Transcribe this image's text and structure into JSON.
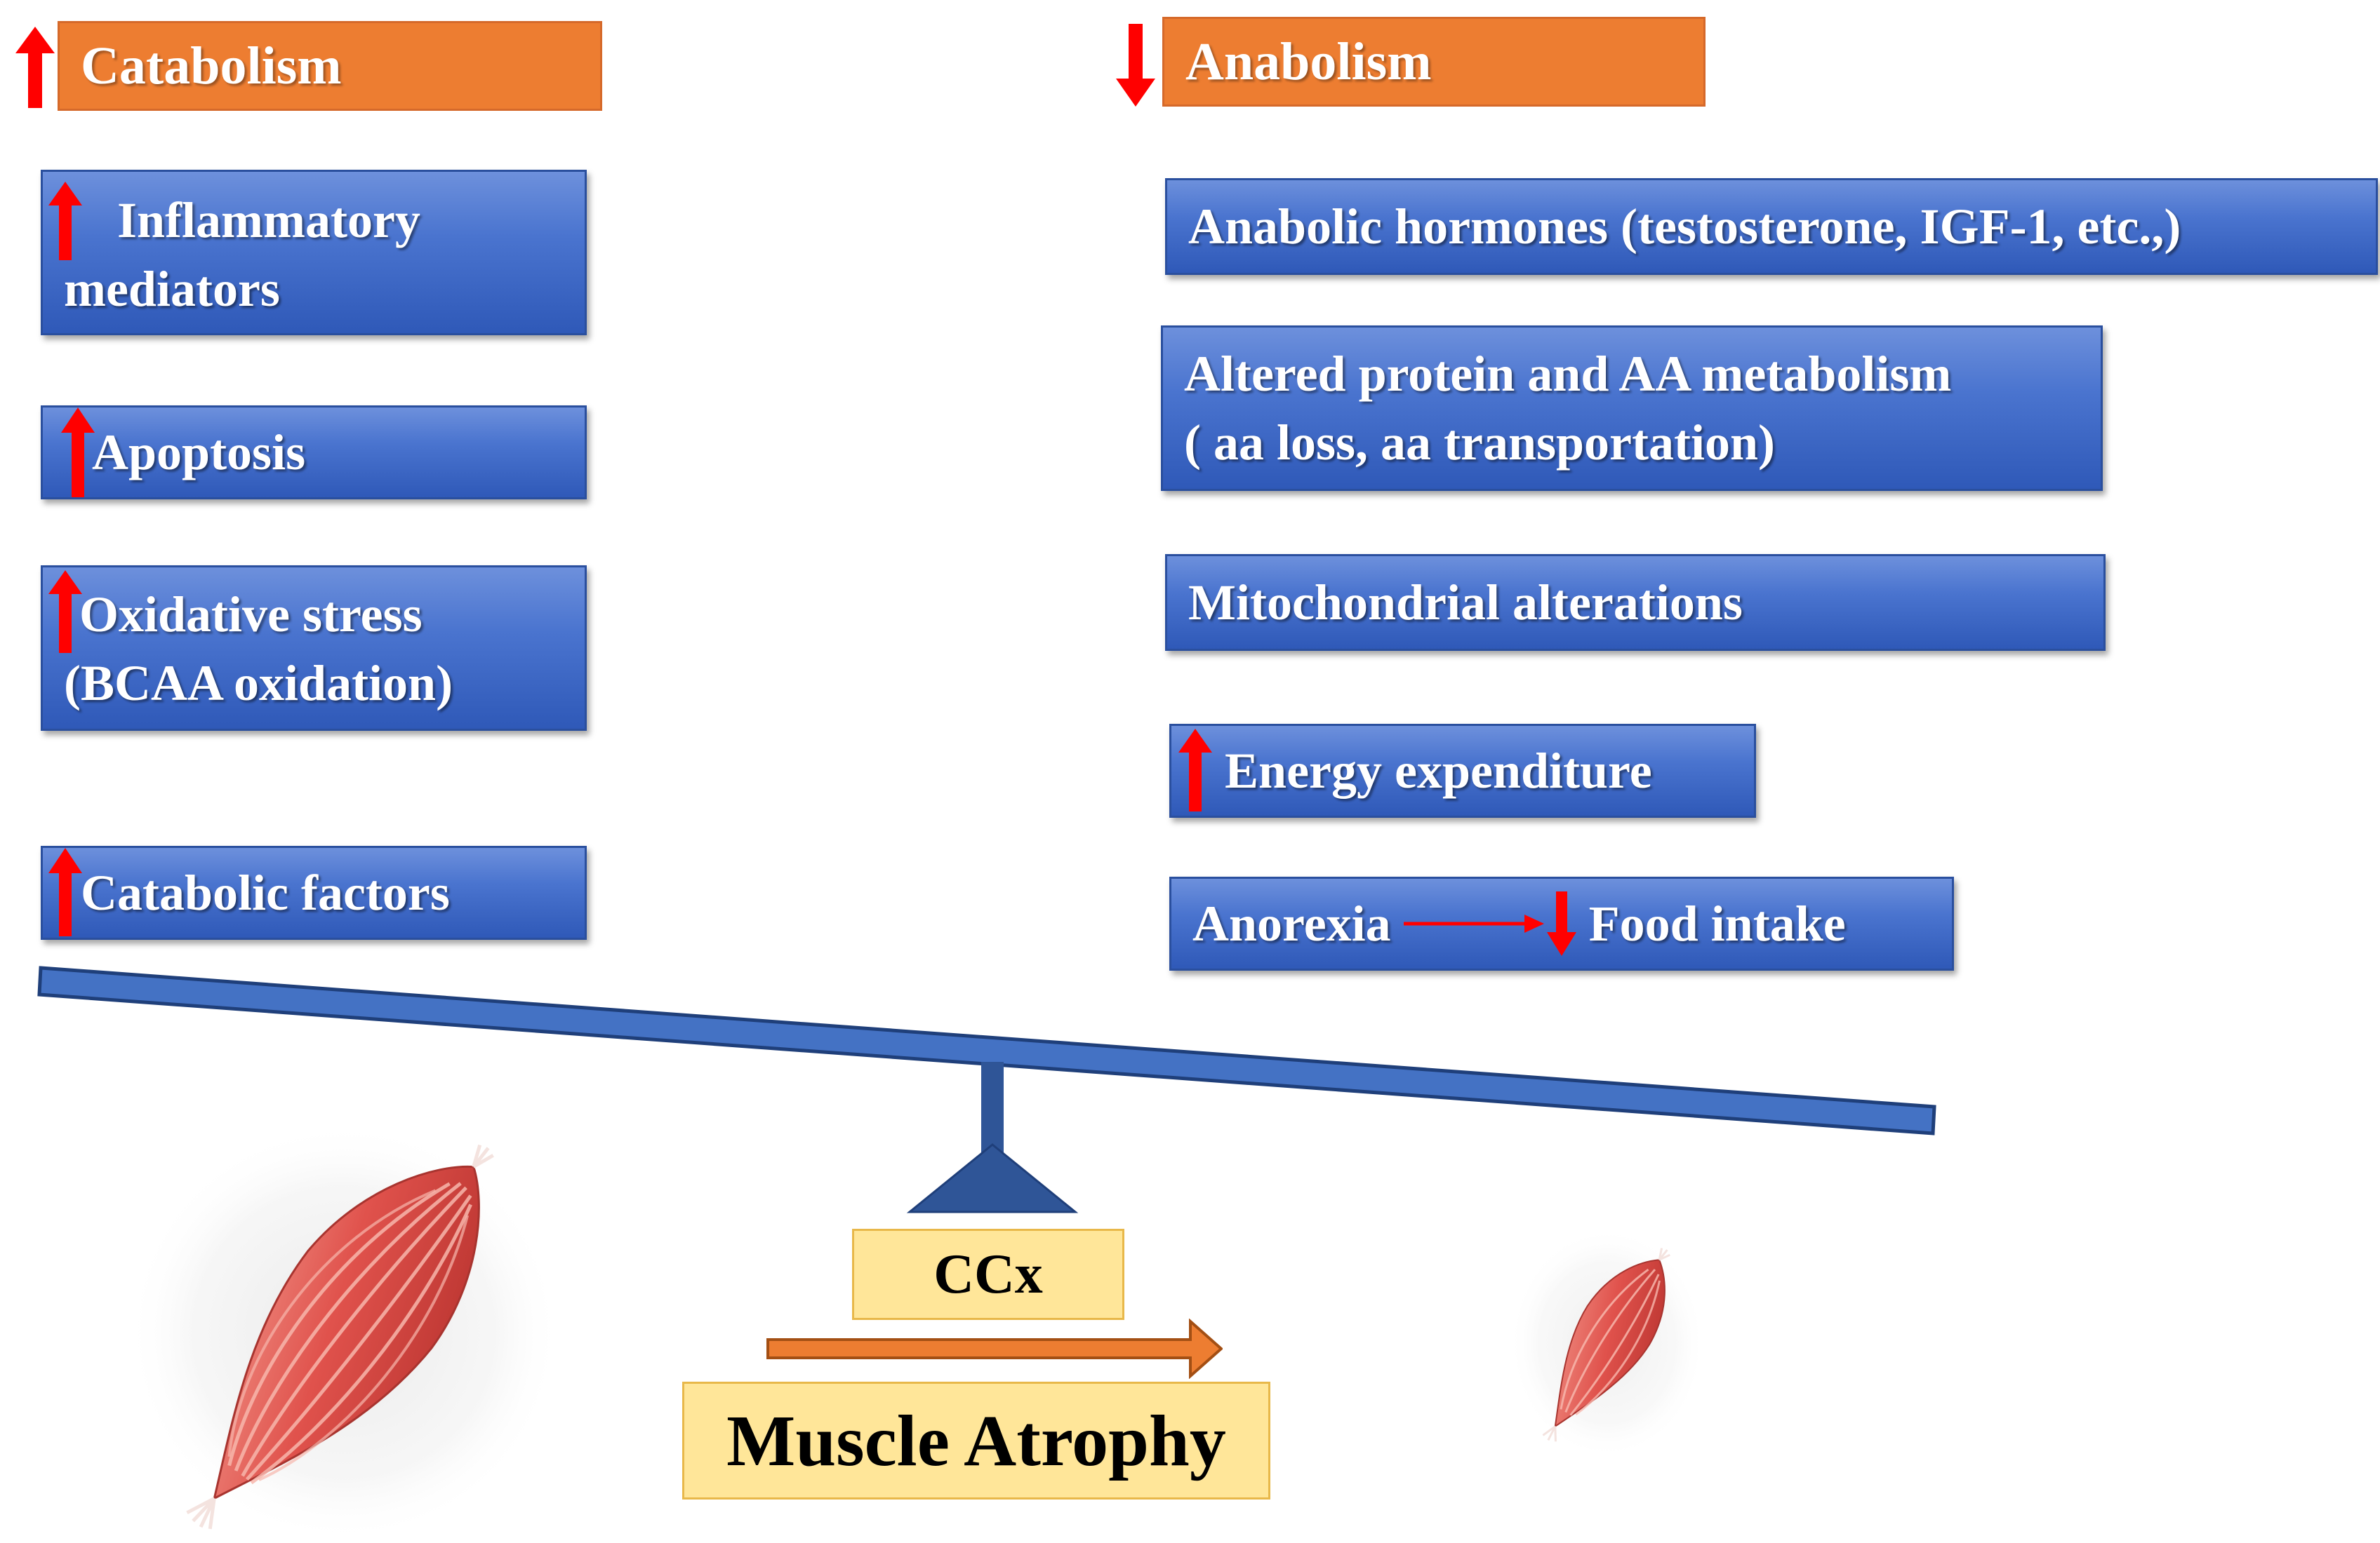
{
  "colors": {
    "header_orange": "#ED7D31",
    "box_blue": "#4472C4",
    "arrow_red": "#FF0000",
    "beam_blue": "#4472C4",
    "label_yellow": "#FFE699",
    "arrow_orange": "#ED7D31",
    "muscle_red": "#E0524C"
  },
  "catabolism": {
    "header": "Catabolism",
    "header_icon": "up-arrow-icon",
    "items": [
      {
        "label": "Inflammatory\nmediators",
        "icon": "up-arrow-icon"
      },
      {
        "label": "Apoptosis",
        "icon": "up-arrow-icon"
      },
      {
        "label": "Oxidative stress\n(BCAA oxidation)",
        "icon": "up-arrow-icon"
      },
      {
        "label": "Catabolic factors",
        "icon": "up-arrow-icon"
      }
    ]
  },
  "anabolism": {
    "header": "Anabolism",
    "header_icon": "down-arrow-icon",
    "items": [
      {
        "label": "Anabolic hormones (testosterone, IGF-1, etc.,)"
      },
      {
        "label": "Altered protein and AA metabolism\n( aa loss, aa transportation)"
      },
      {
        "label": "Mitochondrial alterations"
      },
      {
        "label": "Energy expenditure",
        "icon": "up-arrow-icon"
      },
      {
        "label": "Anorexia",
        "arrow_icon": "right-arrow-icon",
        "down_icon": "down-arrow-icon",
        "label2": "Food intake"
      }
    ]
  },
  "balance": {
    "fulcrum_icon": "fulcrum-triangle-icon",
    "beam": "balance-beam"
  },
  "ccx_label": "CCx",
  "outcome_arrow_icon": "right-arrow-icon",
  "outcome_label": "Muscle Atrophy",
  "muscle_icons": [
    "healthy-muscle-icon",
    "atrophied-muscle-icon"
  ]
}
